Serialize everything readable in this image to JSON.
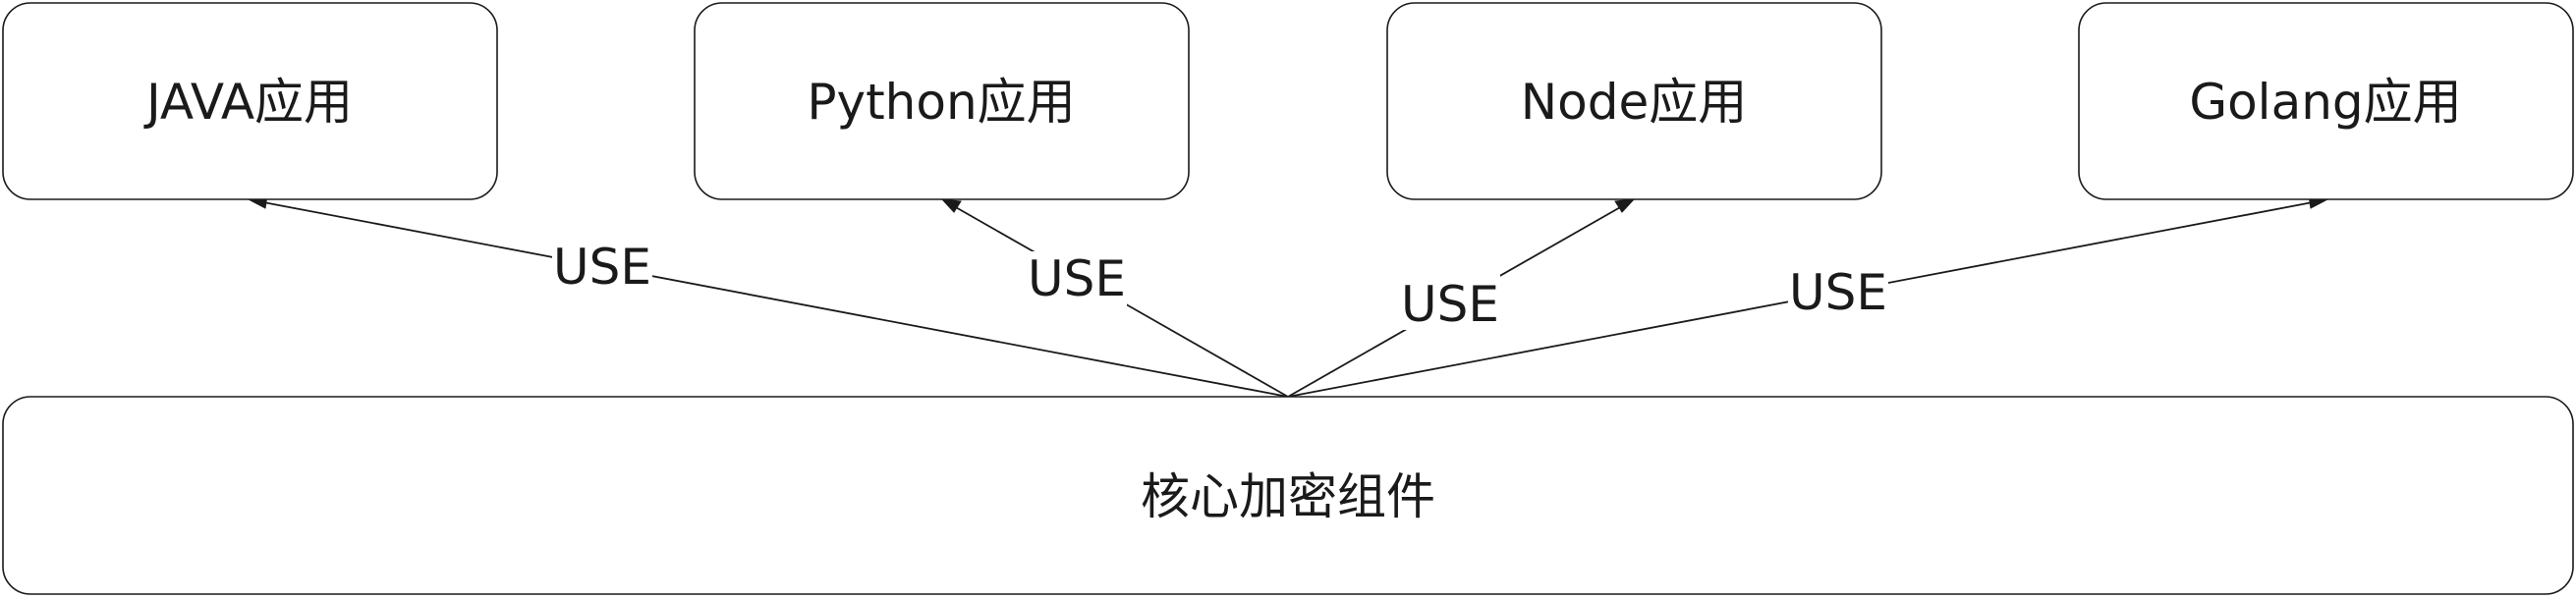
{
  "diagram": {
    "nodes": {
      "java_app": {
        "label": "JAVA应用"
      },
      "python_app": {
        "label": "Python应用"
      },
      "node_app": {
        "label": "Node应用"
      },
      "golang_app": {
        "label": "Golang应用"
      },
      "core_component": {
        "label": "核心加密组件"
      }
    },
    "edges": [
      {
        "from": "core_component",
        "to": "java_app",
        "label": "USE"
      },
      {
        "from": "core_component",
        "to": "python_app",
        "label": "USE"
      },
      {
        "from": "core_component",
        "to": "node_app",
        "label": "USE"
      },
      {
        "from": "core_component",
        "to": "golang_app",
        "label": "USE"
      }
    ]
  }
}
